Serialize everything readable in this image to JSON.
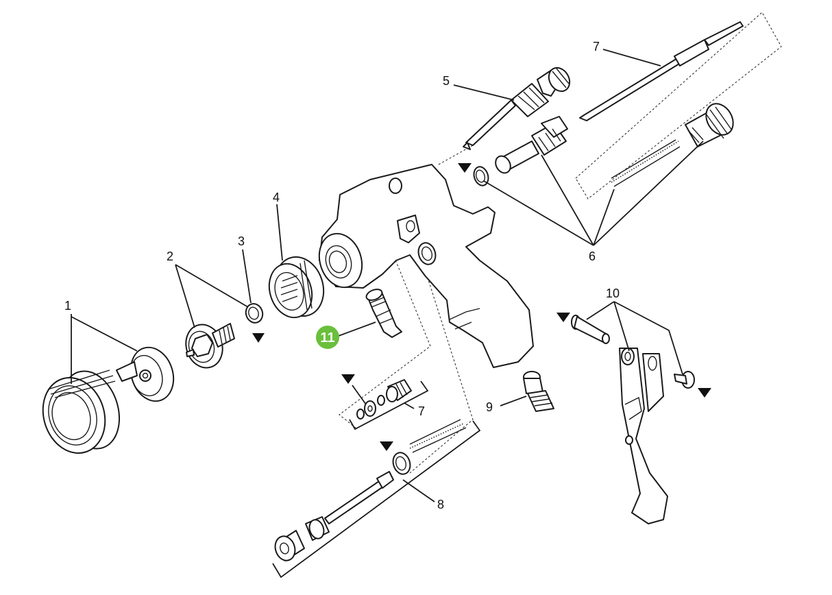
{
  "callouts": {
    "c1": "1",
    "c2": "2",
    "c3": "3",
    "c4": "4",
    "c5": "5",
    "c6": "6",
    "c7a": "7",
    "c7b": "7",
    "c8": "8",
    "c9": "9",
    "c10": "10",
    "c11": "11"
  },
  "colors": {
    "highlight_badge": "#6abf3b",
    "line": "#1a1a1a"
  },
  "icons": {
    "marker": "triangle-down-marker-icon"
  }
}
